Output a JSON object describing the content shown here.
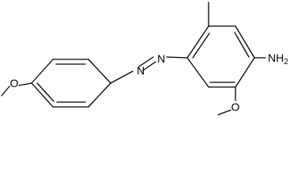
{
  "structure": {
    "atoms": {
      "amine": "NH",
      "amine_subscript": "2",
      "ring_oxygen": "O",
      "left_oxygen": "O",
      "azo_n1": "N",
      "azo_n2": "N"
    }
  },
  "colors": {
    "bond": "#000000",
    "background": "#ffffff"
  }
}
